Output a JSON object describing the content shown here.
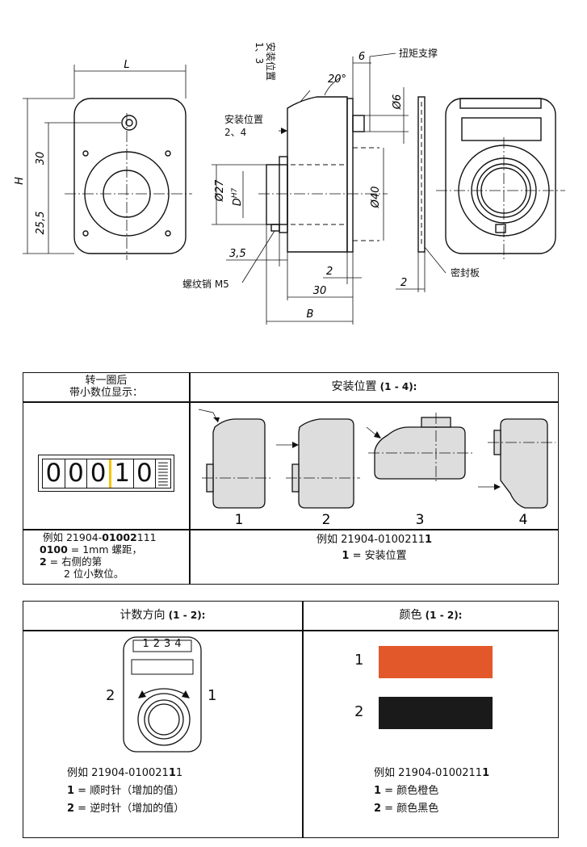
{
  "drawing": {
    "dim_L": "L",
    "dim_H": "H",
    "dim_30": "30",
    "dim_25_5": "25,5",
    "mount_pos_13": "安装位置",
    "mount_pos_13_nums": "1、3",
    "mount_pos_24": "安装位置",
    "mount_pos_24_nums": "2、4",
    "dim_6": "6",
    "torque_support": "扭矩支撑",
    "angle_20": "20°",
    "dia_6": "Ø6",
    "dia_27": "Ø27",
    "dim_DH7": "D",
    "dim_DH7_sup": "H7",
    "dia_40": "Ø40",
    "dim_3_5": "3,5",
    "thread_pin": "螺纹销 M5",
    "dim_2a": "2",
    "dim_30b": "30",
    "dim_B": "B",
    "dim_2b": "2",
    "seal_plate": "密封板"
  },
  "table1": {
    "left_header_line1": "转一圈后",
    "left_header_line2": "带小数位显示：",
    "right_header_title": "安装位置",
    "right_header_range": " (1 - 4):",
    "counter_digits": [
      "0",
      "0",
      "0",
      "1",
      "0"
    ],
    "position_labels": [
      "1",
      "2",
      "3",
      "4"
    ],
    "left_example_prefix": "例如 21904-",
    "left_example_bold": "0100",
    "left_example_bold2": "2",
    "left_example_suffix": "111",
    "left_line2_bold": "0100",
    "left_line2_text": " = 1mm 螺距，",
    "left_line3_bold": "2",
    "left_line3_text": " = 右侧的第",
    "left_line4_text": "2 位小数位。",
    "right_example_prefix": "例如 21904-0100211",
    "right_example_bold": "1",
    "right_line2_bold": "1",
    "right_line2_text": " = 安装位置"
  },
  "table2": {
    "left_header_title": "计数方向",
    "left_header_range": " (1 - 2):",
    "right_header_title": "颜色",
    "right_header_range": " (1 - 2):",
    "counter_window": "1234",
    "dir_label_left": "2",
    "dir_label_right": "1",
    "left_example_prefix": "例如 21904-010021",
    "left_example_bold": "1",
    "left_example_suffix": "1",
    "left_line2_bold": "1",
    "left_line2_text": " = 顺时针（增加的值）",
    "left_line3_bold": "2",
    "left_line3_text": " = 逆时针（增加的值）",
    "color_labels": [
      "1",
      "2"
    ],
    "colors": {
      "orange": "#e2582a",
      "black": "#1a1a1a",
      "highlight": "#f5c400",
      "housing": "#dcdcdc"
    },
    "right_example_prefix": "例如 21904-0100211",
    "right_example_bold": "1",
    "right_line2_bold": "1",
    "right_line2_text": " = 颜色橙色",
    "right_line3_bold": "2",
    "right_line3_text": " = 颜色黑色"
  }
}
